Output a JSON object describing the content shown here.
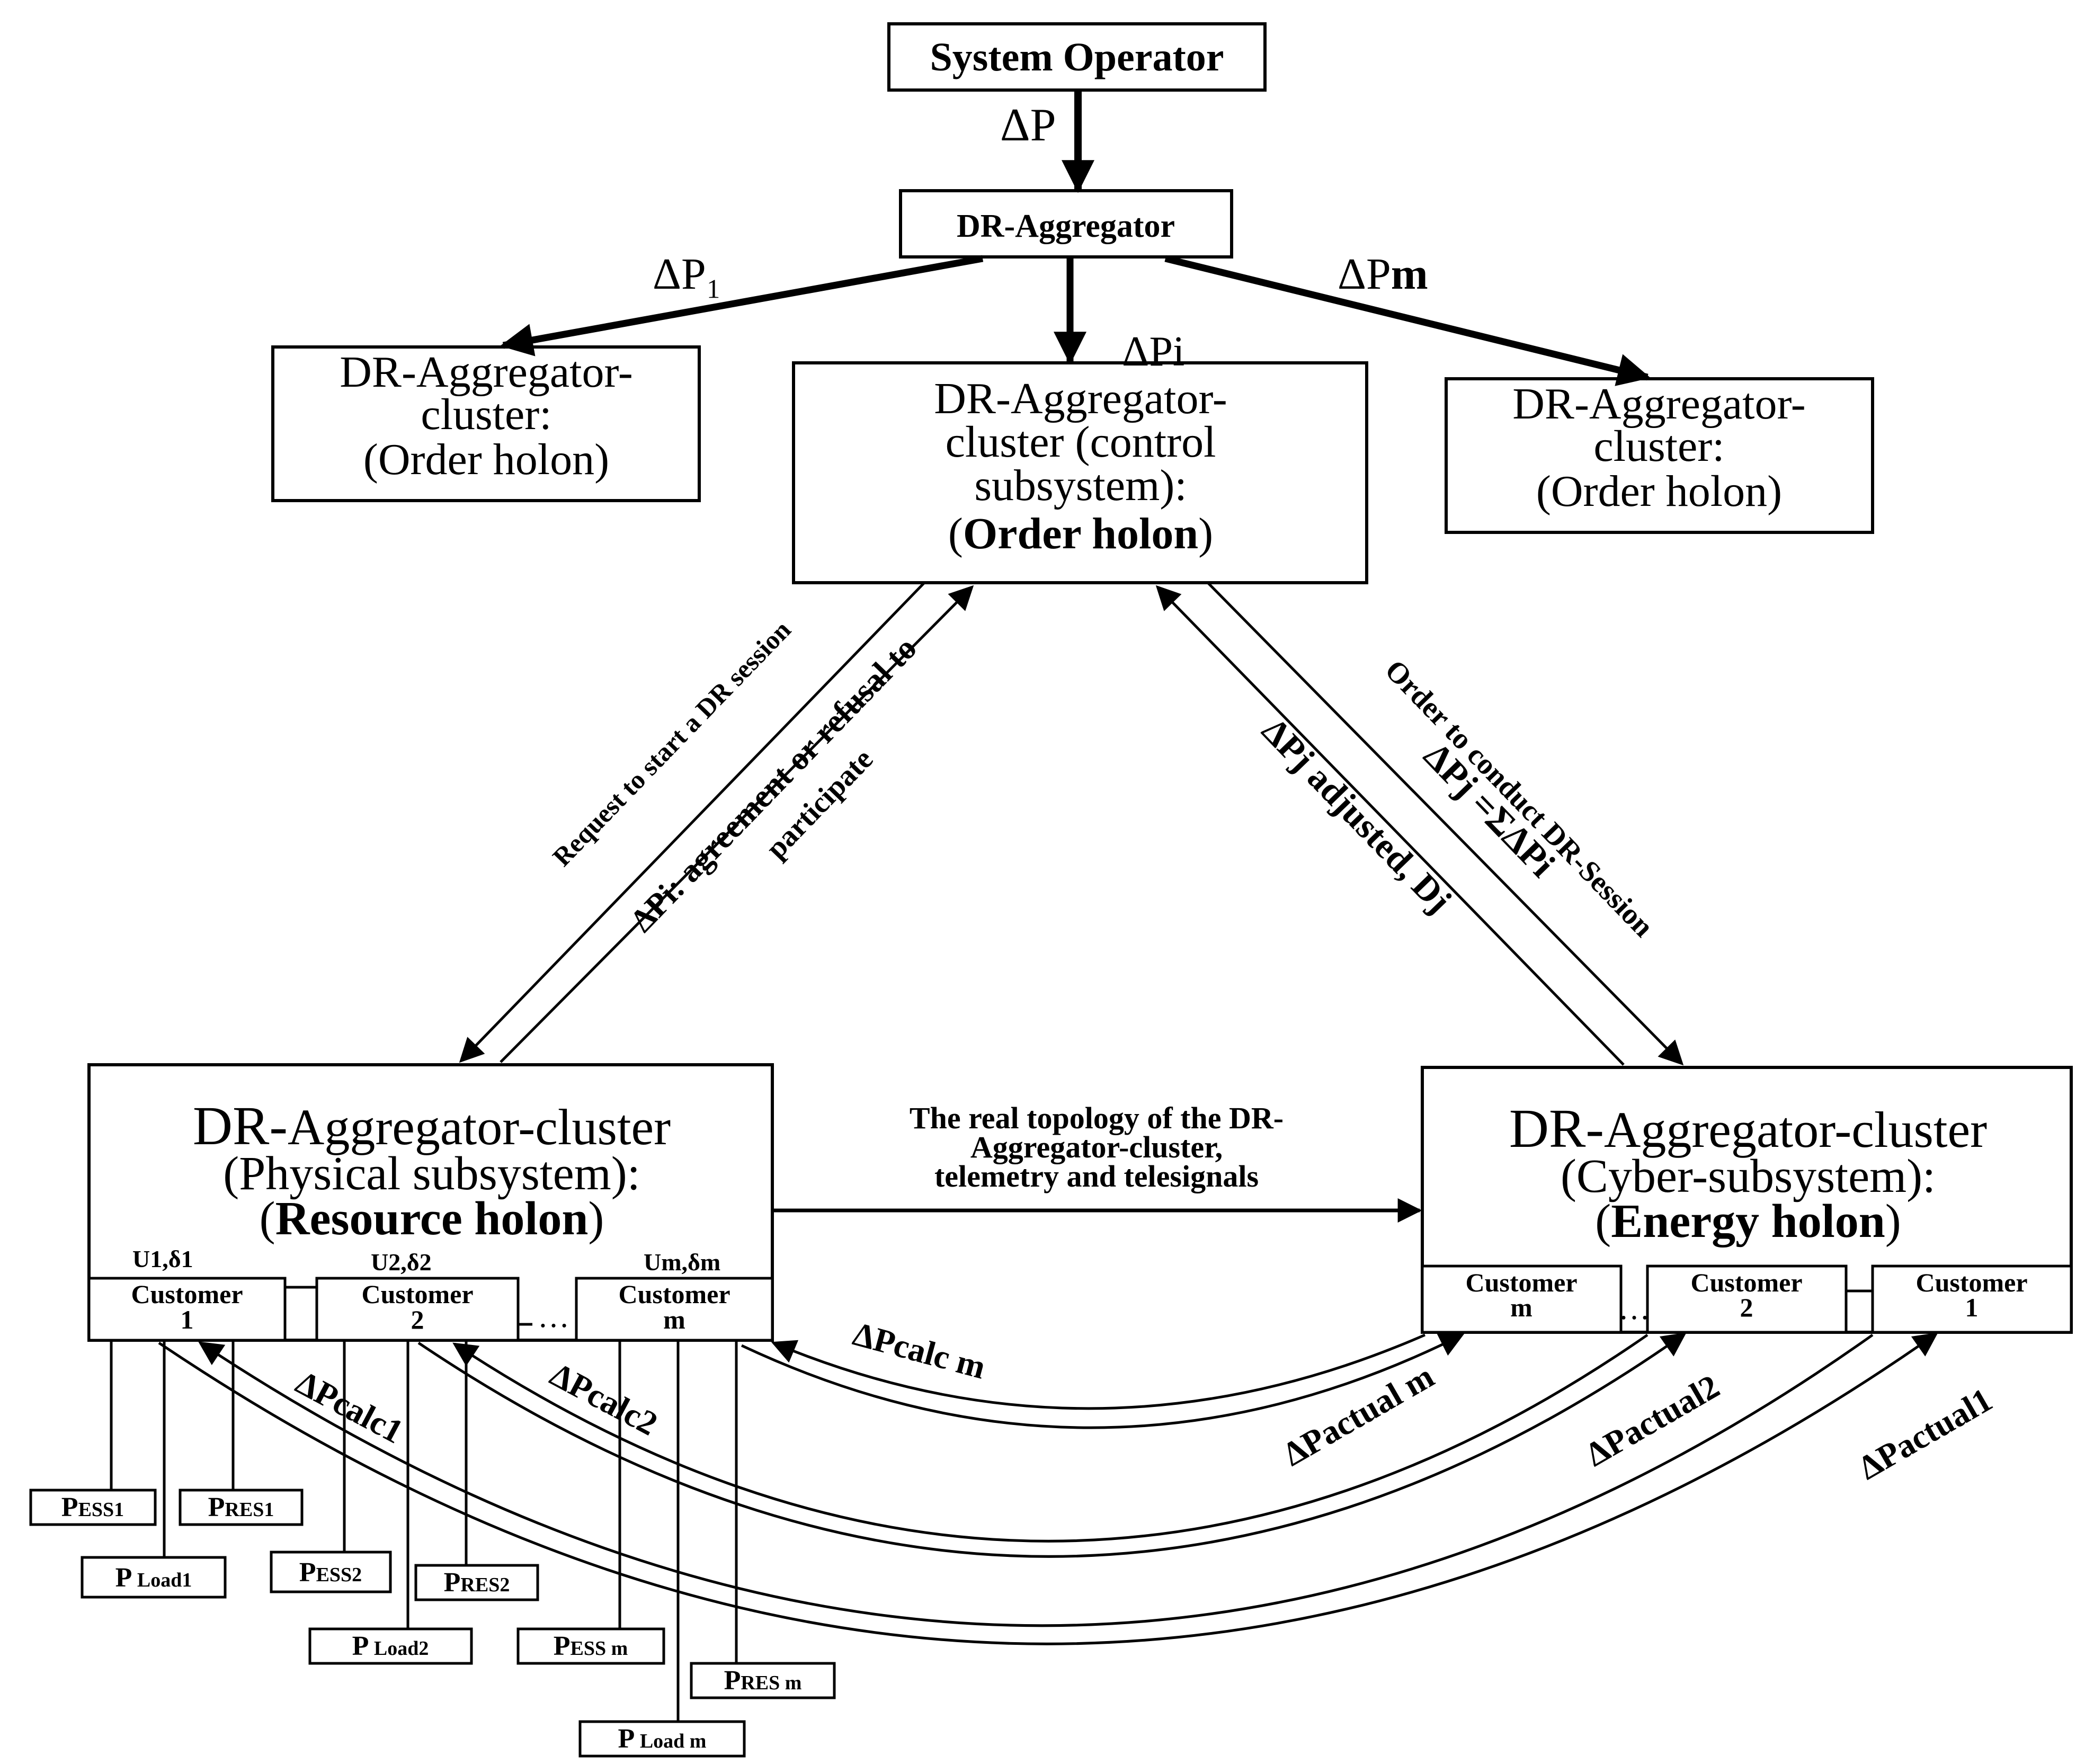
{
  "nodes": {
    "system_operator": "System Operator",
    "dr_aggregator": "DR-Aggregator",
    "left_order": [
      "DR-Aggregator-",
      "cluster:",
      "(Order holon)"
    ],
    "center_order": {
      "line1": "DR-Aggregator-",
      "line2": "cluster (control",
      "line3": "subsystem):",
      "open": "(",
      "bold": "Order holon",
      "close": ")"
    },
    "right_order": [
      "DR-Aggregator-",
      "cluster:",
      "(Order holon)"
    ],
    "physical": {
      "title_dr": "DR-",
      "title_rest": "Aggregator-cluster",
      "line2": "(Physical subsystem):",
      "open": "(",
      "bold": "Resource holon",
      "close": ")"
    },
    "cyber": {
      "title_dr": "DR-",
      "title_rest": "Aggregator-cluster",
      "line2": "(Cyber-subsystem):",
      "open": "(",
      "bold": "Energy holon",
      "close": ")"
    }
  },
  "customers_left": [
    {
      "top": "Customer",
      "bottom": "1",
      "param": "U1,δ1"
    },
    {
      "top": "Customer",
      "bottom": "2",
      "param": "U2,δ2"
    },
    {
      "top": "Customer",
      "bottom": "m",
      "param": "Um,δm"
    }
  ],
  "customers_right": [
    {
      "top": "Customer",
      "bottom": "m"
    },
    {
      "top": "Customer",
      "bottom": "2"
    },
    {
      "top": "Customer",
      "bottom": "1"
    }
  ],
  "ellipsis": "…",
  "resources": [
    {
      "p": "P",
      "sub": "ESS1"
    },
    {
      "p": "P",
      "sub": "RES1"
    },
    {
      "p": "P",
      "sub": " Load1"
    },
    {
      "p": "P",
      "sub": "ESS2"
    },
    {
      "p": "P",
      "sub": "RES2"
    },
    {
      "p": "P",
      "sub": " Load2"
    },
    {
      "p": "P",
      "sub": "ESS m"
    },
    {
      "p": "P",
      "sub": "RES m"
    },
    {
      "p": "P",
      "sub": " Load m"
    }
  ],
  "arrows": {
    "dp": "ΔP",
    "dp1": "ΔP₁",
    "dpi": "ΔPi",
    "dpm_base": "ΔP",
    "dpm_bold": "m",
    "request": "Request to start a DR session",
    "agreement_line1": "ΔPi: agreement or refusal to",
    "agreement_line2": "participate",
    "order_line1": "Order to conduct DR-Session",
    "order_line2": "ΔPj =ΣΔPi",
    "adjusted": "ΔPj adjusted, Dj",
    "topology": [
      "The real topology of the DR-",
      "Aggregator-cluster,",
      "telemetry and telesignals"
    ],
    "dpcalc1": "ΔPcalc1",
    "dpcalc2": "ΔPcalc2",
    "dpcalcm": "ΔPcalc m",
    "dpactualm": "ΔPactual m",
    "dpactual2": "ΔPactual2",
    "dpactual1": "ΔPactual1"
  }
}
